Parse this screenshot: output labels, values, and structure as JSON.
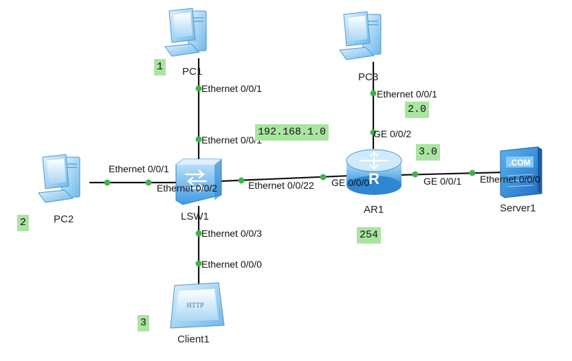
{
  "devices": {
    "pc1": {
      "name": "PC1",
      "icon": "desktop-pc-icon"
    },
    "pc2": {
      "name": "PC2",
      "icon": "desktop-pc-icon"
    },
    "pc3": {
      "name": "PC3",
      "icon": "desktop-pc-icon"
    },
    "lsw1": {
      "name": "LSW1",
      "icon": "ethernet-switch-icon"
    },
    "ar1": {
      "name": "AR1",
      "icon": "router-icon"
    },
    "server1": {
      "name": "Server1",
      "icon": "com-server-icon"
    },
    "client1": {
      "name": "Client1",
      "icon": "http-client-icon",
      "screen_text": "HTTP"
    }
  },
  "ports": {
    "pc1_e001": "Ethernet 0/0/1",
    "lsw1_e001_top": "Ethernet 0/0/1",
    "pc2_e001": "Ethernet 0/0/1",
    "lsw1_e002": "Ethernet 0/0/2",
    "lsw1_e0022": "Ethernet 0/0/22",
    "ar1_ge000": "GE 0/0/0",
    "ar1_ge001": "GE 0/0/1",
    "server1_e000": "Ethernet 0/0/0",
    "pc3_e001": "Ethernet 0/0/1",
    "ar1_ge002": "GE 0/0/2",
    "lsw1_e003": "Ethernet 0/0/3",
    "client1_e000": "Ethernet 0/0/0"
  },
  "tags": {
    "network": "192.168.1.0",
    "net2": "2.0",
    "net3": "3.0",
    "gw": "254",
    "pc1_num": "1",
    "pc2_num": "2",
    "client_num": "3"
  },
  "colors": {
    "link": "#111111",
    "port_dot": "#3cb54a",
    "tag_bg": "#a9e5a0",
    "device_blue": "#4aa3e8"
  }
}
